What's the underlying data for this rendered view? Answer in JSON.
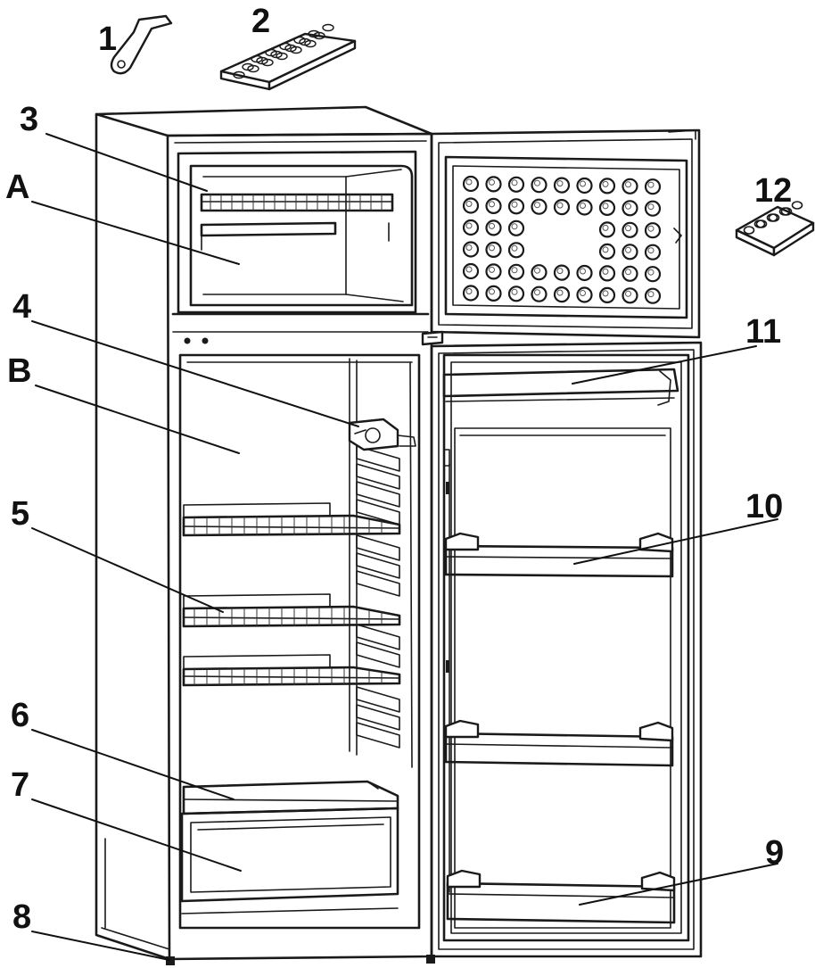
{
  "labels": {
    "l1": "1",
    "l2": "2",
    "l3": "3",
    "lA": "A",
    "l4": "4",
    "lB": "B",
    "l5": "5",
    "l6": "6",
    "l7": "7",
    "l8": "8",
    "l9": "9",
    "l10": "10",
    "l11": "11",
    "l12": "12"
  },
  "colors": {
    "line": "#1a1a1a",
    "background": "#ffffff"
  }
}
